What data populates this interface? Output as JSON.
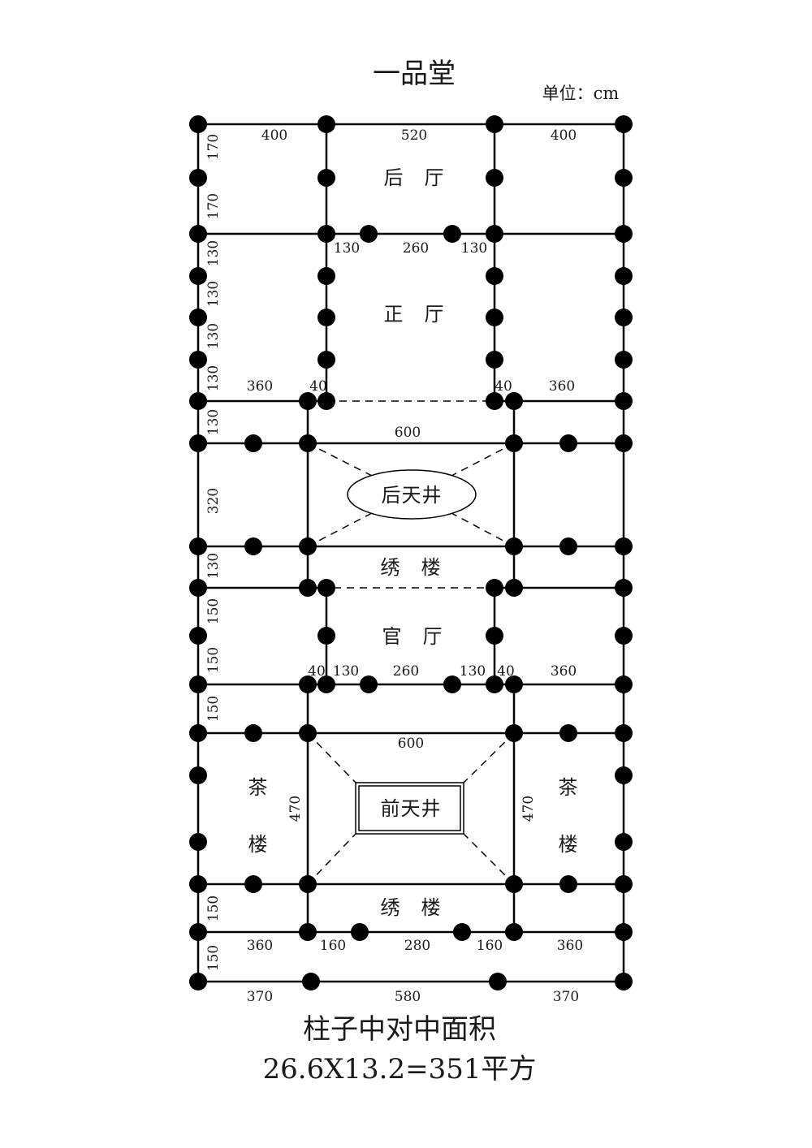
{
  "title": "一品堂",
  "unit": "单位：cm",
  "rooms": {
    "back_hall": "后　厅",
    "main_hall": "正　厅",
    "back_courtyard": "后天井",
    "embroidery_upper": "绣　楼",
    "official_hall": "官　厅",
    "front_courtyard": "前天井",
    "tea_left_1": "茶",
    "tea_left_2": "楼",
    "tea_right_1": "茶",
    "tea_right_2": "楼",
    "embroidery_lower": "绣　楼"
  },
  "dims": {
    "top_left": "400",
    "top_mid": "520",
    "top_right": "400",
    "l_170a": "170",
    "l_170b": "170",
    "l_130a": "130",
    "l_130b": "130",
    "l_130c": "130",
    "l_130d": "130",
    "l_130e": "130",
    "l_320": "320",
    "l_130f": "130",
    "l_150a": "150",
    "l_150b": "150",
    "l_150c": "150",
    "l_150d": "150",
    "l_150e": "150",
    "m1_130a": "130",
    "m1_260": "260",
    "m1_130b": "130",
    "r2_360a": "360",
    "r2_40a": "40",
    "r2_40b": "40",
    "r2_360b": "360",
    "c_600a": "600",
    "r3_40a": "40",
    "r3_130a": "130",
    "r3_260": "260",
    "r3_130b": "130",
    "r3_40b": "40",
    "r3_360": "360",
    "c_600b": "600",
    "v_470a": "470",
    "v_470b": "470",
    "r4_360a": "360",
    "r4_160a": "160",
    "r4_280": "280",
    "r4_160b": "160",
    "r4_360b": "360",
    "b_370a": "370",
    "b_580": "580",
    "b_370b": "370"
  },
  "footer": {
    "line1": "柱子中对中面积",
    "line2": "26.6X13.2=351平方"
  }
}
